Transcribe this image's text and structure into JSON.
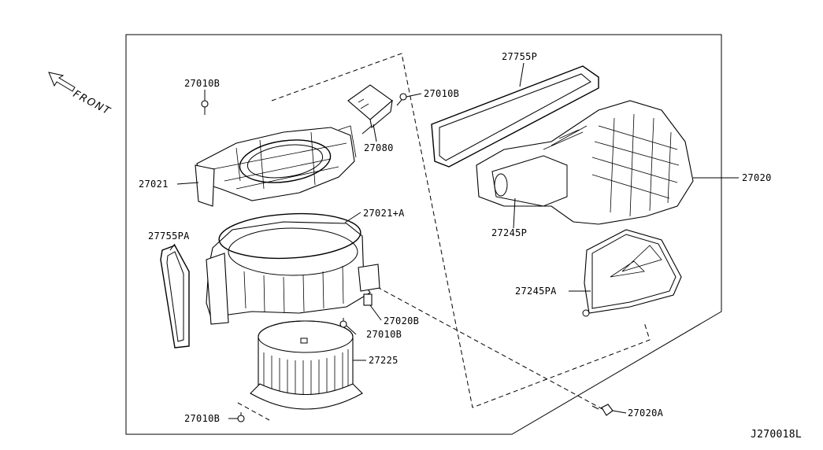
{
  "diagram": {
    "front_label": "FRONT",
    "drawing_code": "J270018L",
    "callouts": {
      "c27010b_top": "27010B",
      "c27010b_right": "27010B",
      "c27080": "27080",
      "c27021": "27021",
      "c27021a": "27021+A",
      "c27755pa": "27755PA",
      "c27020b": "27020B",
      "c27010b_mid": "27010B",
      "c27225": "27225",
      "c27010b_bottom": "27010B",
      "c27755p": "27755P",
      "c27020": "27020",
      "c27245p": "27245P",
      "c27245pa": "27245PA",
      "c27020a": "27020A"
    }
  }
}
